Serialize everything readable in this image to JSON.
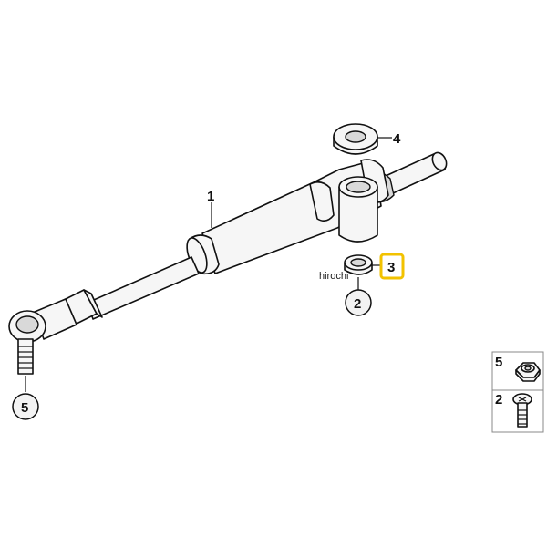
{
  "callouts": {
    "damper": "1",
    "washer_bottom": "2",
    "bushing": "3",
    "washer_top": "4",
    "nut": "5"
  },
  "legend": {
    "nut_number": "5",
    "bolt_number": "2"
  },
  "watermark": "hirochi",
  "colors": {
    "highlight": "#f2c200",
    "line": "#111111",
    "part_fill": "#f6f6f6"
  }
}
